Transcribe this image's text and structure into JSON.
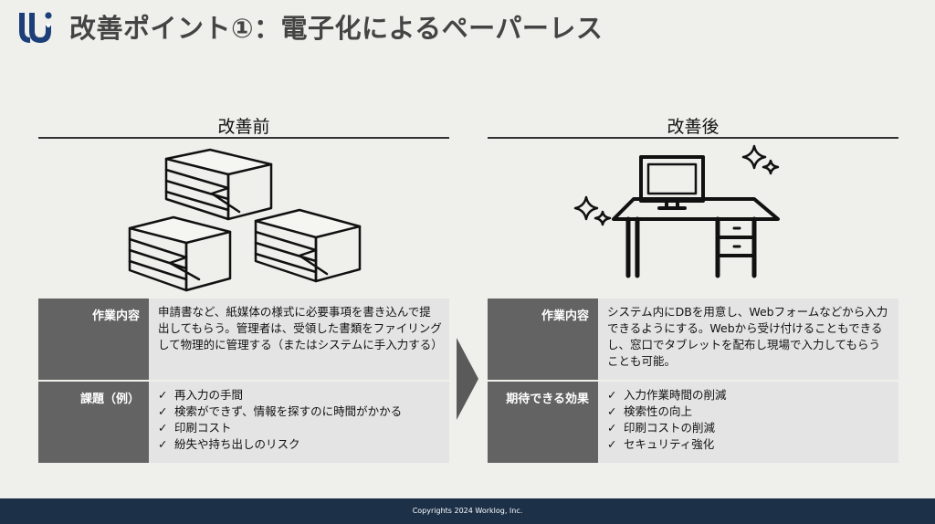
{
  "page_title": "改善ポイント①：電子化によるペーパーレス",
  "before": {
    "heading": "改善前",
    "rows": [
      {
        "label": "作業内容",
        "text": "申請書など、紙媒体の様式に必要事項を書き込んで提出してもらう。管理者は、受領した書類をファイリングして物理的に管理する（またはシステムに手入力する）"
      },
      {
        "label": "課題（例）",
        "items": [
          "再入力の手間",
          "検索ができず、情報を探すのに時間がかかる",
          "印刷コスト",
          "紛失や持ち出しのリスク"
        ]
      }
    ]
  },
  "after": {
    "heading": "改善後",
    "rows": [
      {
        "label": "作業内容",
        "text": "システム内にDBを用意し、Webフォームなどから入力できるようにする。Webから受け付けることもできるし、窓口でタブレットを配布し現場で入力してもらうことも可能。"
      },
      {
        "label": "期待できる効果",
        "items": [
          "入力作業時間の削減",
          "検索性の向上",
          "印刷コストの削減",
          "セキュリティ強化"
        ]
      }
    ]
  },
  "check_mark": "✓",
  "footer": "Copyrights 2024 Worklog, Inc.",
  "colors": {
    "brand_blue": "#1c3f7a",
    "footer_bg": "#1c3048",
    "label_bg": "#636363",
    "body_bg": "#e4e4e4",
    "background": "#efefeb"
  }
}
